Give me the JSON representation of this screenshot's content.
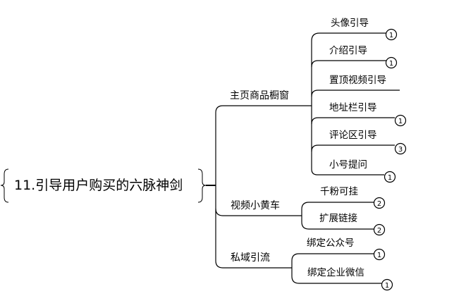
{
  "root": {
    "label": "11.引导用户购买的六脉神剑"
  },
  "branches": [
    {
      "label": "主页商品橱窗",
      "children": [
        {
          "label": "头像引导",
          "badge": "1"
        },
        {
          "label": "介绍引导",
          "badge": "1"
        },
        {
          "label": "置顶视频引导",
          "badge": ""
        },
        {
          "label": "地址栏引导",
          "badge": "1"
        },
        {
          "label": "评论区引导",
          "badge": "3"
        },
        {
          "label": "小号提问",
          "badge": "1"
        }
      ]
    },
    {
      "label": "视频小黄车",
      "children": [
        {
          "label": "千粉可挂",
          "badge": "2"
        },
        {
          "label": "扩展链接",
          "badge": "2"
        }
      ]
    },
    {
      "label": "私域引流",
      "children": [
        {
          "label": "绑定公众号",
          "badge": "1"
        },
        {
          "label": "绑定企业微信",
          "badge": "1"
        }
      ]
    }
  ]
}
